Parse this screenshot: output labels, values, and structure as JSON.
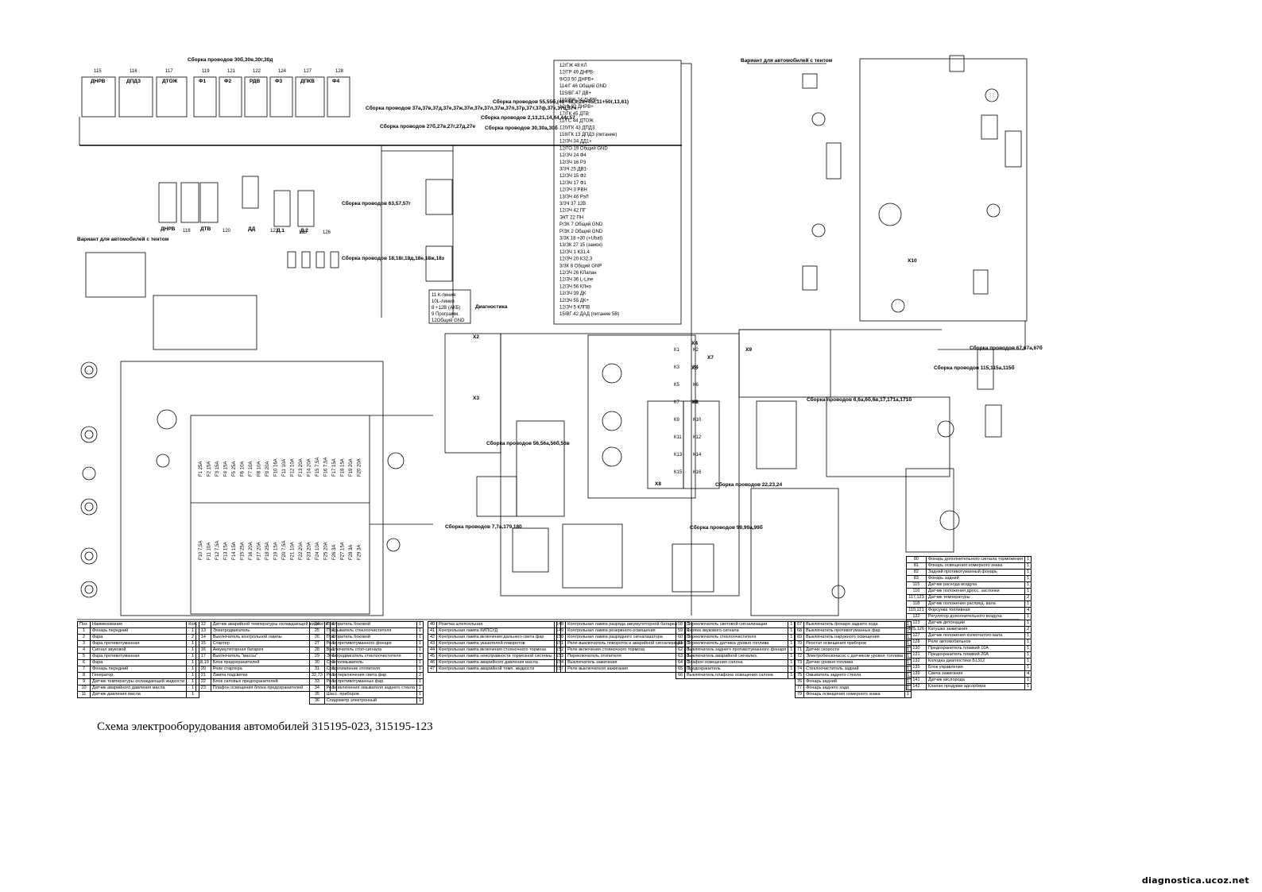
{
  "caption": "Схема электрооборудования автомобилей  315195-023, 315195-123",
  "watermark": "diagnostica.ucoz.net",
  "notes": {
    "variant_awning_top": "Вариант для автомобилей с тентом",
    "variant_awning_left": "Вариант для автомобилей с тентом"
  },
  "wire_bundles": [
    {
      "id": "b1",
      "text": "Сборка проводов 30б,30в,30г,30д"
    },
    {
      "id": "b2",
      "text": "Сборка проводов 37а,37в,37д,37е,37ж,37и,37к,37л,37м,37п,37р,37т,37ф,37х,37ц,37ч"
    },
    {
      "id": "b3",
      "text": "Сборка проводов 27б,27в,27г,27д,27е"
    },
    {
      "id": "b4",
      "text": "Сборка проводов 55,55б,(48+48,9,28+45г,11+50г,13,61)"
    },
    {
      "id": "b5",
      "text": "Сборка проводов 2,13,21,14,44,44г,57"
    },
    {
      "id": "b6",
      "text": "Сборка проводов 30,30а,30б"
    },
    {
      "id": "b7",
      "text": "Сборка проводов 63,57,57г"
    },
    {
      "id": "b8",
      "text": "Сборка проводов 18,18г,18д,18е,18ж,18з"
    },
    {
      "id": "b9",
      "text": "Сборка проводов 56,56а,56б,56в"
    },
    {
      "id": "b10",
      "text": "Сборка проводов 7,7а,179,180"
    },
    {
      "id": "b11",
      "text": "Сборка проводов 99,99а,99б"
    },
    {
      "id": "b12",
      "text": "Сборка проводов 22,23,24"
    },
    {
      "id": "b13",
      "text": "Сборка проводов 6,6а,6б,6в,17,171а,171б"
    },
    {
      "id": "b14",
      "text": "Сборка проводов 115,115а,115б"
    },
    {
      "id": "b15",
      "text": "Сборка проводов 67,67а,67б"
    }
  ],
  "connectors": [
    {
      "id": "x2",
      "text": "Х2"
    },
    {
      "id": "x3",
      "text": "Х3"
    },
    {
      "id": "x4",
      "text": "Х4"
    },
    {
      "id": "x5",
      "text": "Х5"
    },
    {
      "id": "x6",
      "text": "Х6"
    },
    {
      "id": "x7",
      "text": "Х7"
    },
    {
      "id": "x8",
      "text": "Х8"
    },
    {
      "id": "x9",
      "text": "Х9"
    },
    {
      "id": "x10",
      "text": "Х10"
    }
  ],
  "top_modules": [
    {
      "pos": "115",
      "name": "ДНРВ"
    },
    {
      "pos": "116",
      "name": "ДПДЗ"
    },
    {
      "pos": "117",
      "name": "ДТОЖ"
    },
    {
      "pos": "119",
      "name": "Ф1"
    },
    {
      "pos": "121",
      "name": "Ф2"
    },
    {
      "pos": "122",
      "name": "РДВ"
    },
    {
      "pos": "124",
      "name": "Ф3"
    },
    {
      "pos": "127",
      "name": "ДПКВ"
    },
    {
      "pos": "128",
      "name": "Ф4"
    }
  ],
  "bottom_modules": [
    {
      "pos": "118",
      "name": "ДНРВ"
    },
    {
      "pos": "120",
      "name": "ДТВ"
    },
    {
      "pos": "123",
      "name": "ДД"
    },
    {
      "pos": "125",
      "name": "Д.1"
    },
    {
      "pos": "126",
      "name": "Д.2"
    }
  ],
  "ecu_pins": [
    "12/ГЖ 48  КЛ",
    "12/ГР 49  ДНРВ-",
    "9/ОЗ 50  ДНРВ+",
    "114/Г 46  Общий GND",
    "115/ВГ 47  ДВ+",
    "116/ВЖ 24  ДНРВ-",
    "12/Ф 33  ДНРВ+",
    "17/ГК 45  ДТВ",
    "11/ГС 44  ДТОЖ",
    "120/ГК 43  ДПДЗ",
    "118/ГК 13  ДПДЗ (питание)",
    "12/ЗЧ 34  ДД1+",
    "12/ГО 19  Общий GND",
    "12/ЗЧ 24  Ф4",
    "12/ЗЧ 16  РЗ",
    "3/ЗЧ 25  ДВ1-",
    "12/ЗЧ 15  Ф2",
    "12/ЗЧ 17  Ф1",
    "12/ЗЧ 3  РВН",
    "13/ЗЧ 46  РэЛ",
    "3/ЗЧ 37  12В",
    "12/ЗЧ 42  ПГ",
    "ЭКТ 22  ПН",
    "Р/ЗК 7  Общий GND",
    "Р/ЗК 2  Общий GND",
    "3/ЗК 18  +30 (+Ubat)",
    "13/ЗК 27  15 (замок)",
    "12/ЗЧ 1  КЗ1,4",
    "12/ЗЧ 20  КЗ2,3",
    "3/ЗК 8  Общий GNP",
    "12/ЗЧ 26  КЛапан",
    "12/ЗЧ 36  L-Line",
    "12/ЗЧ 56  КЛно",
    "12/ЗЧ 39  ДК",
    "12/ЗЧ 55  ДК+",
    "12/ЗЧ 5  КЛПВ",
    "15/ВГ 42  ДАД (питание 5В)"
  ],
  "diag_block": [
    "11 К-линия",
    "10L-линия",
    "8 +12В (АКБ)",
    "9 Программ.",
    "12Общий GND"
  ],
  "diag_label": "Диагностика",
  "relay_labels": [
    "К1",
    "К2",
    "К3",
    "К4",
    "К5",
    "К6",
    "К7",
    "К8",
    "К9",
    "К10",
    "К11",
    "К12",
    "К13",
    "К14",
    "К15",
    "К16"
  ],
  "fuse_top": [
    "F1 25А",
    "F2 15А",
    "F3 15А",
    "F4 15А",
    "F5 25А",
    "F6 10А",
    "F7 10А",
    "F8 10А",
    "F9 20А",
    "F10 16А",
    "F11 10А",
    "F12 10А",
    "F13 20А",
    "F14 20А",
    "F15 7,5А",
    "F16 7,5А",
    "F17 15А",
    "F18 15А",
    "F19 20А",
    "F20 20А"
  ],
  "fuse_bottom": [
    "F10 7,5А",
    "F11 10А",
    "F12 7,5А",
    "F13 15А",
    "F14 15А",
    "F15 25А",
    "F16 20А",
    "F17 20А",
    "F18 25А",
    "F19 15А",
    "F20 7,5А",
    "F21 10А",
    "F22 20А",
    "F23 20А",
    "F24 10А",
    "F25 20А",
    "F26 3А",
    "F27 15А",
    "F28 3А",
    "F29 3А"
  ],
  "legend_header": {
    "pos": "Поз.",
    "name": "Наименование",
    "qty": "Кол."
  },
  "legend_col1": [
    [
      "1",
      "Фонарь передний",
      "1"
    ],
    [
      "2",
      "Фара",
      "2"
    ],
    [
      "3",
      "Фара противотуманная",
      "1"
    ],
    [
      "4",
      "Сигнал звуковой",
      "1"
    ],
    [
      "5",
      "Фара противотуманная",
      "1"
    ],
    [
      "6",
      "Фара",
      "1"
    ],
    [
      "7",
      "Фонарь передний",
      "1"
    ],
    [
      "8",
      "Генератор",
      "1"
    ],
    [
      "9",
      "Датчик температуры охлаждающей жидкости",
      "1"
    ],
    [
      "10",
      "Датчик аварийного давления масла",
      "1"
    ],
    [
      "11",
      "Датчик давления масла",
      "1"
    ]
  ],
  "legend_col2": [
    [
      "12",
      "Датчик аварийной температуры охлаждающей жидкости",
      "1"
    ],
    [
      "13",
      "Электродвигатель",
      "1"
    ],
    [
      "14",
      "Выключатель контрольной лампы",
      "1"
    ],
    [
      "15",
      "Стартер",
      "1"
    ],
    [
      "16",
      "Аккумуляторная батарея",
      "1"
    ],
    [
      "17",
      "Выключатель \"массы\"",
      "1"
    ],
    [
      "18,19",
      "Блок предохранителей",
      "2"
    ],
    [
      "20",
      "Реле стартера",
      "1"
    ],
    [
      "21",
      "Лампа подсветки",
      "1"
    ],
    [
      "22",
      "Блок силовых предохранителей",
      "1"
    ],
    [
      "23",
      "Плафон освещения блока предохранителей",
      "1"
    ]
  ],
  "legend_col3": [
    [
      "24",
      "Повторитель боковой",
      "1"
    ],
    [
      "25",
      "Прерыватель стеклоочистителя",
      "1"
    ],
    [
      "26",
      "Повторитель боковой",
      "1"
    ],
    [
      "27",
      "Реле противотуманного фонаря",
      "1"
    ],
    [
      "28",
      "Выключатель стоп-сигнала",
      "1"
    ],
    [
      "29",
      "Электродвигатель стеклоочистителя",
      "1"
    ],
    [
      "30",
      "Стеклоомыватель",
      "1"
    ],
    [
      "31",
      "Сопротивление отопителя",
      "1"
    ],
    [
      "32,73",
      "Реле перключения света фар",
      "2"
    ],
    [
      "33",
      "Реле противотуманных фар",
      "1"
    ],
    [
      "34",
      "Реле включения омывателя заднего стекла",
      "1"
    ],
    [
      "35",
      "Шасс. приборов",
      "1"
    ],
    [
      "36",
      "Спидометр электронный",
      "1"
    ]
  ],
  "legend_col4": [
    [
      "40",
      "Розетка штепсельная",
      "1"
    ],
    [
      "41",
      "Контрольная лампа КИПСУД",
      "1"
    ],
    [
      "42",
      "Контрольная лампа включения дальнего света фар",
      "1"
    ],
    [
      "43",
      "Контрольная лампа указателей поворотов",
      "1"
    ],
    [
      "44",
      "Контрольная лампа включения стояночного тормоза",
      "1"
    ],
    [
      "45",
      "Контрольная лампа неисправности тормозной системы",
      "1"
    ],
    [
      "46",
      "Контрольная лампа аварийного давления масла",
      "1"
    ],
    [
      "47",
      "Контрольная лампа аварийной темп. жидкости",
      "1"
    ]
  ],
  "legend_col5": [
    [
      "48",
      "Контрольная лампа разряда аккумуляторной батареи",
      "1"
    ],
    [
      "49",
      "Контрольная лампа резервного освещения",
      "1"
    ],
    [
      "50",
      "Контрольная лампа разрядного сигнализатора",
      "1"
    ],
    [
      "51",
      "Реле-выключатель повороток и аварийной сигнализации",
      "1"
    ],
    [
      "52",
      "Реле включения стояночного тормоза",
      "1"
    ],
    [
      "53",
      "Переключатель отопителя",
      "1"
    ],
    [
      "54",
      "Выключатель зажигания",
      "1"
    ],
    [
      "57",
      "Реле выключателя зажигания",
      "1"
    ]
  ],
  "legend_col6": [
    [
      "58",
      "Переключатель световой сигнализации",
      "1"
    ],
    [
      "59",
      "Кнопка звукового сигнала",
      "1"
    ],
    [
      "60",
      "Переключатель стеклоочистителя",
      "1"
    ],
    [
      "61",
      "Переключатель датчика уровня топлива",
      "1"
    ],
    [
      "62",
      "Выключатель заднего противотуманного фонаря",
      "1"
    ],
    [
      "63",
      "Выключатель аварийной сигнализ.",
      "1"
    ],
    [
      "64",
      "Плафон освещения салона",
      "1"
    ],
    [
      "65",
      "Предохранитель",
      "1"
    ],
    [
      "66",
      "Выключатель плафона освещения салона",
      "1"
    ]
  ],
  "legend_col7": [
    [
      "67",
      "Выключатель фонаря заднего хода",
      "1"
    ],
    [
      "68",
      "Выключатель противотуманных фар",
      "1"
    ],
    [
      "69",
      "Выключатель наружного освещения",
      "1"
    ],
    [
      "70",
      "Реостат освещения приборов",
      "1"
    ],
    [
      "71",
      "Датчик скорости",
      "1"
    ],
    [
      "72",
      "Электробензонасос с датчиком уровня топлива",
      "1"
    ],
    [
      "73",
      "Датчик уровня топлива",
      "1"
    ],
    [
      "74",
      "Стеклоочиститель задний",
      "1"
    ],
    [
      "75",
      "Омыватель заднего стекла",
      "1"
    ],
    [
      "76",
      "Фонарь задний",
      "1"
    ],
    [
      "77",
      "Фонарь заднего хода",
      "1"
    ],
    [
      "79",
      "Фонарь освещения номерного знака",
      "1"
    ]
  ],
  "legend_col8": [
    [
      "80",
      "Фонарь дополнительного сигнала торможения",
      "1"
    ],
    [
      "81",
      "Фонарь освещения номерного знака",
      "1"
    ],
    [
      "82",
      "Задний противотуманный фонарь",
      "1"
    ],
    [
      "83",
      "Фонарь задний",
      "1"
    ],
    [
      "115",
      "Датчик расхода воздуха",
      "1"
    ],
    [
      "116",
      "Датчик положения дросс. заслонки",
      "1"
    ],
    [
      "117,123",
      "Датчик температуры",
      "2"
    ],
    [
      "118",
      "Датчик положения распред. вала",
      "1"
    ],
    [
      "119,121",
      "Форсунка топливная",
      "4"
    ],
    [
      "122",
      "Регулятор дополнительного воздуха",
      "1"
    ],
    [
      "123",
      "Датчик детонации",
      "1"
    ],
    [
      "125,126",
      "Катушка зажигания",
      "2"
    ],
    [
      "127",
      "Датчик положения коленчатого вала",
      "1"
    ],
    [
      "128",
      "Реле автомобильное",
      "1"
    ],
    [
      "130",
      "Предохранитель плавкий 10А",
      "1"
    ],
    [
      "131",
      "Предохранитель плавкий 20А",
      "1"
    ],
    [
      "132",
      "Колодка диагностики Б1312",
      "1"
    ],
    [
      "135",
      "Блок управления",
      "1"
    ],
    [
      "139",
      "Свеча зажигания",
      "4"
    ],
    [
      "141",
      "Датчик кислорода",
      "1"
    ],
    [
      "142",
      "Клапан продувки адсорбера",
      "1"
    ]
  ]
}
